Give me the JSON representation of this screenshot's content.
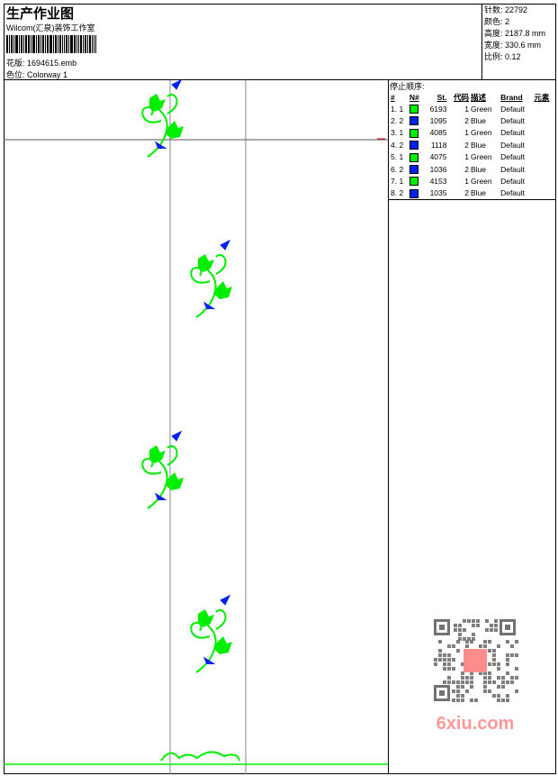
{
  "header": {
    "title": "生产作业图",
    "company": "Wilcom(汇泉)装饰工作室",
    "design_label": "花版:",
    "design_file": "1694615.emb",
    "colorway_label": "色位:",
    "colorway": "Colorway 1"
  },
  "stats": [
    {
      "label": "针数:",
      "value": "22792"
    },
    {
      "label": "颜色:",
      "value": "2"
    },
    {
      "label": "高度:",
      "value": "2187.8 mm"
    },
    {
      "label": "宽度:",
      "value": "330.6 mm"
    },
    {
      "label": "比例:",
      "value": "0.12"
    }
  ],
  "stop_sequence": {
    "title": "停止顺序:",
    "columns": [
      "#",
      "N#",
      "St.",
      "代码",
      "描述",
      "Brand",
      "元素"
    ],
    "rows": [
      {
        "num": "1. 1",
        "color": "#00ee00",
        "st": "6193",
        "code": "1",
        "desc": "Green",
        "brand": "Default"
      },
      {
        "num": "2. 2",
        "color": "#0022ee",
        "st": "1095",
        "code": "2",
        "desc": "Blue",
        "brand": "Default"
      },
      {
        "num": "3. 1",
        "color": "#00ee00",
        "st": "4085",
        "code": "1",
        "desc": "Green",
        "brand": "Default"
      },
      {
        "num": "4. 2",
        "color": "#0022ee",
        "st": "1118",
        "code": "2",
        "desc": "Blue",
        "brand": "Default"
      },
      {
        "num": "5. 1",
        "color": "#00ee00",
        "st": "4075",
        "code": "1",
        "desc": "Green",
        "brand": "Default"
      },
      {
        "num": "6. 2",
        "color": "#0022ee",
        "st": "1036",
        "code": "2",
        "desc": "Blue",
        "brand": "Default"
      },
      {
        "num": "7. 1",
        "color": "#00ee00",
        "st": "4153",
        "code": "1",
        "desc": "Green",
        "brand": "Default"
      },
      {
        "num": "8. 2",
        "color": "#0022ee",
        "st": "1035",
        "code": "2",
        "desc": "Blue",
        "brand": "Default"
      }
    ]
  },
  "watermark": {
    "text": "6xiu.com"
  },
  "colors": {
    "green": "#00ee00",
    "blue": "#0022ee"
  }
}
